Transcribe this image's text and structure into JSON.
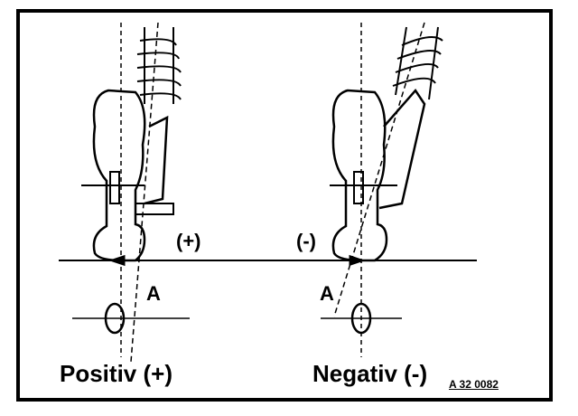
{
  "labels": {
    "positive_sign": "(+)",
    "negative_sign": "(-)",
    "offset_left": "A",
    "offset_right": "A",
    "caption_left": "Positiv (+)",
    "caption_right": "Negativ (-)",
    "figure_code": "A 32 0082"
  },
  "colors": {
    "ink": "#000000",
    "background": "#ffffff"
  }
}
